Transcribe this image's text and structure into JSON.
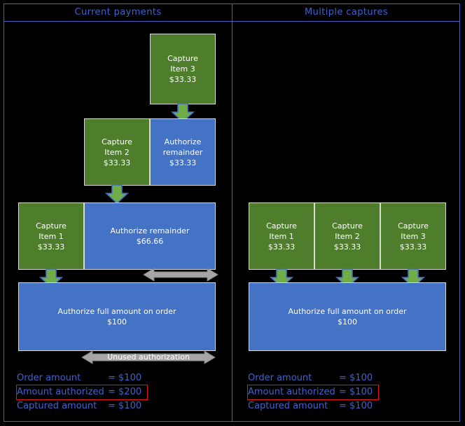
{
  "columns": {
    "left_title": "Current payments",
    "right_title": "Multiple captures"
  },
  "colors": {
    "capture_green": "#4e7d2c",
    "authorize_blue": "#4472c4",
    "arrow_green": "#70ad47",
    "arrow_outline_blue": "#4472c4",
    "double_arrow_grey": "#a6a6a6",
    "frame_blue": "#4a5fc1",
    "text_blue": "#3f62cc",
    "highlight_red": "#e81313",
    "background": "#000000"
  },
  "left_column": {
    "boxes": [
      {
        "id": "capture-item-3",
        "title": "Capture",
        "item": "Item 3",
        "amount": "$33.33",
        "type": "capture"
      },
      {
        "id": "capture-item-2",
        "title": "Capture",
        "item": "Item 2",
        "amount": "$33.33",
        "type": "capture"
      },
      {
        "id": "authorize-remainder-33",
        "title": "Authorize",
        "item": "remainder",
        "amount": "$33.33",
        "type": "authorize"
      },
      {
        "id": "capture-item-1",
        "title": "Capture",
        "item": "Item 1",
        "amount": "$33.33",
        "type": "capture"
      },
      {
        "id": "authorize-remainder-66",
        "title": "Authorize remainder",
        "amount": "$66.66",
        "type": "authorize"
      },
      {
        "id": "authorize-full",
        "title": "Authorize full amount on order",
        "amount": "$100",
        "type": "authorize"
      }
    ],
    "unused_authorization_label": "Unused authorization",
    "summary": [
      {
        "label": "Order amount",
        "value": "= $100",
        "highlighted": false
      },
      {
        "label": "Amount authorized",
        "value": "= $200",
        "highlighted": true
      },
      {
        "label": "Captured amount",
        "value": "= $100",
        "highlighted": false
      }
    ]
  },
  "right_column": {
    "boxes": [
      {
        "id": "capture-item-1",
        "title": "Capture",
        "item": "Item 1",
        "amount": "$33.33",
        "type": "capture"
      },
      {
        "id": "capture-item-2",
        "title": "Capture",
        "item": "Item 2",
        "amount": "$33.33",
        "type": "capture"
      },
      {
        "id": "capture-item-3",
        "title": "Capture",
        "item": "Item 3",
        "amount": "$33.33",
        "type": "capture"
      },
      {
        "id": "authorize-full",
        "title": "Authorize full amount on order",
        "amount": "$100",
        "type": "authorize"
      }
    ],
    "summary": [
      {
        "label": "Order amount",
        "value": "= $100",
        "highlighted": false
      },
      {
        "label": "Amount authorized",
        "value": "= $100",
        "highlighted": true
      },
      {
        "label": "Captured amount",
        "value": "= $100",
        "highlighted": false
      }
    ]
  }
}
